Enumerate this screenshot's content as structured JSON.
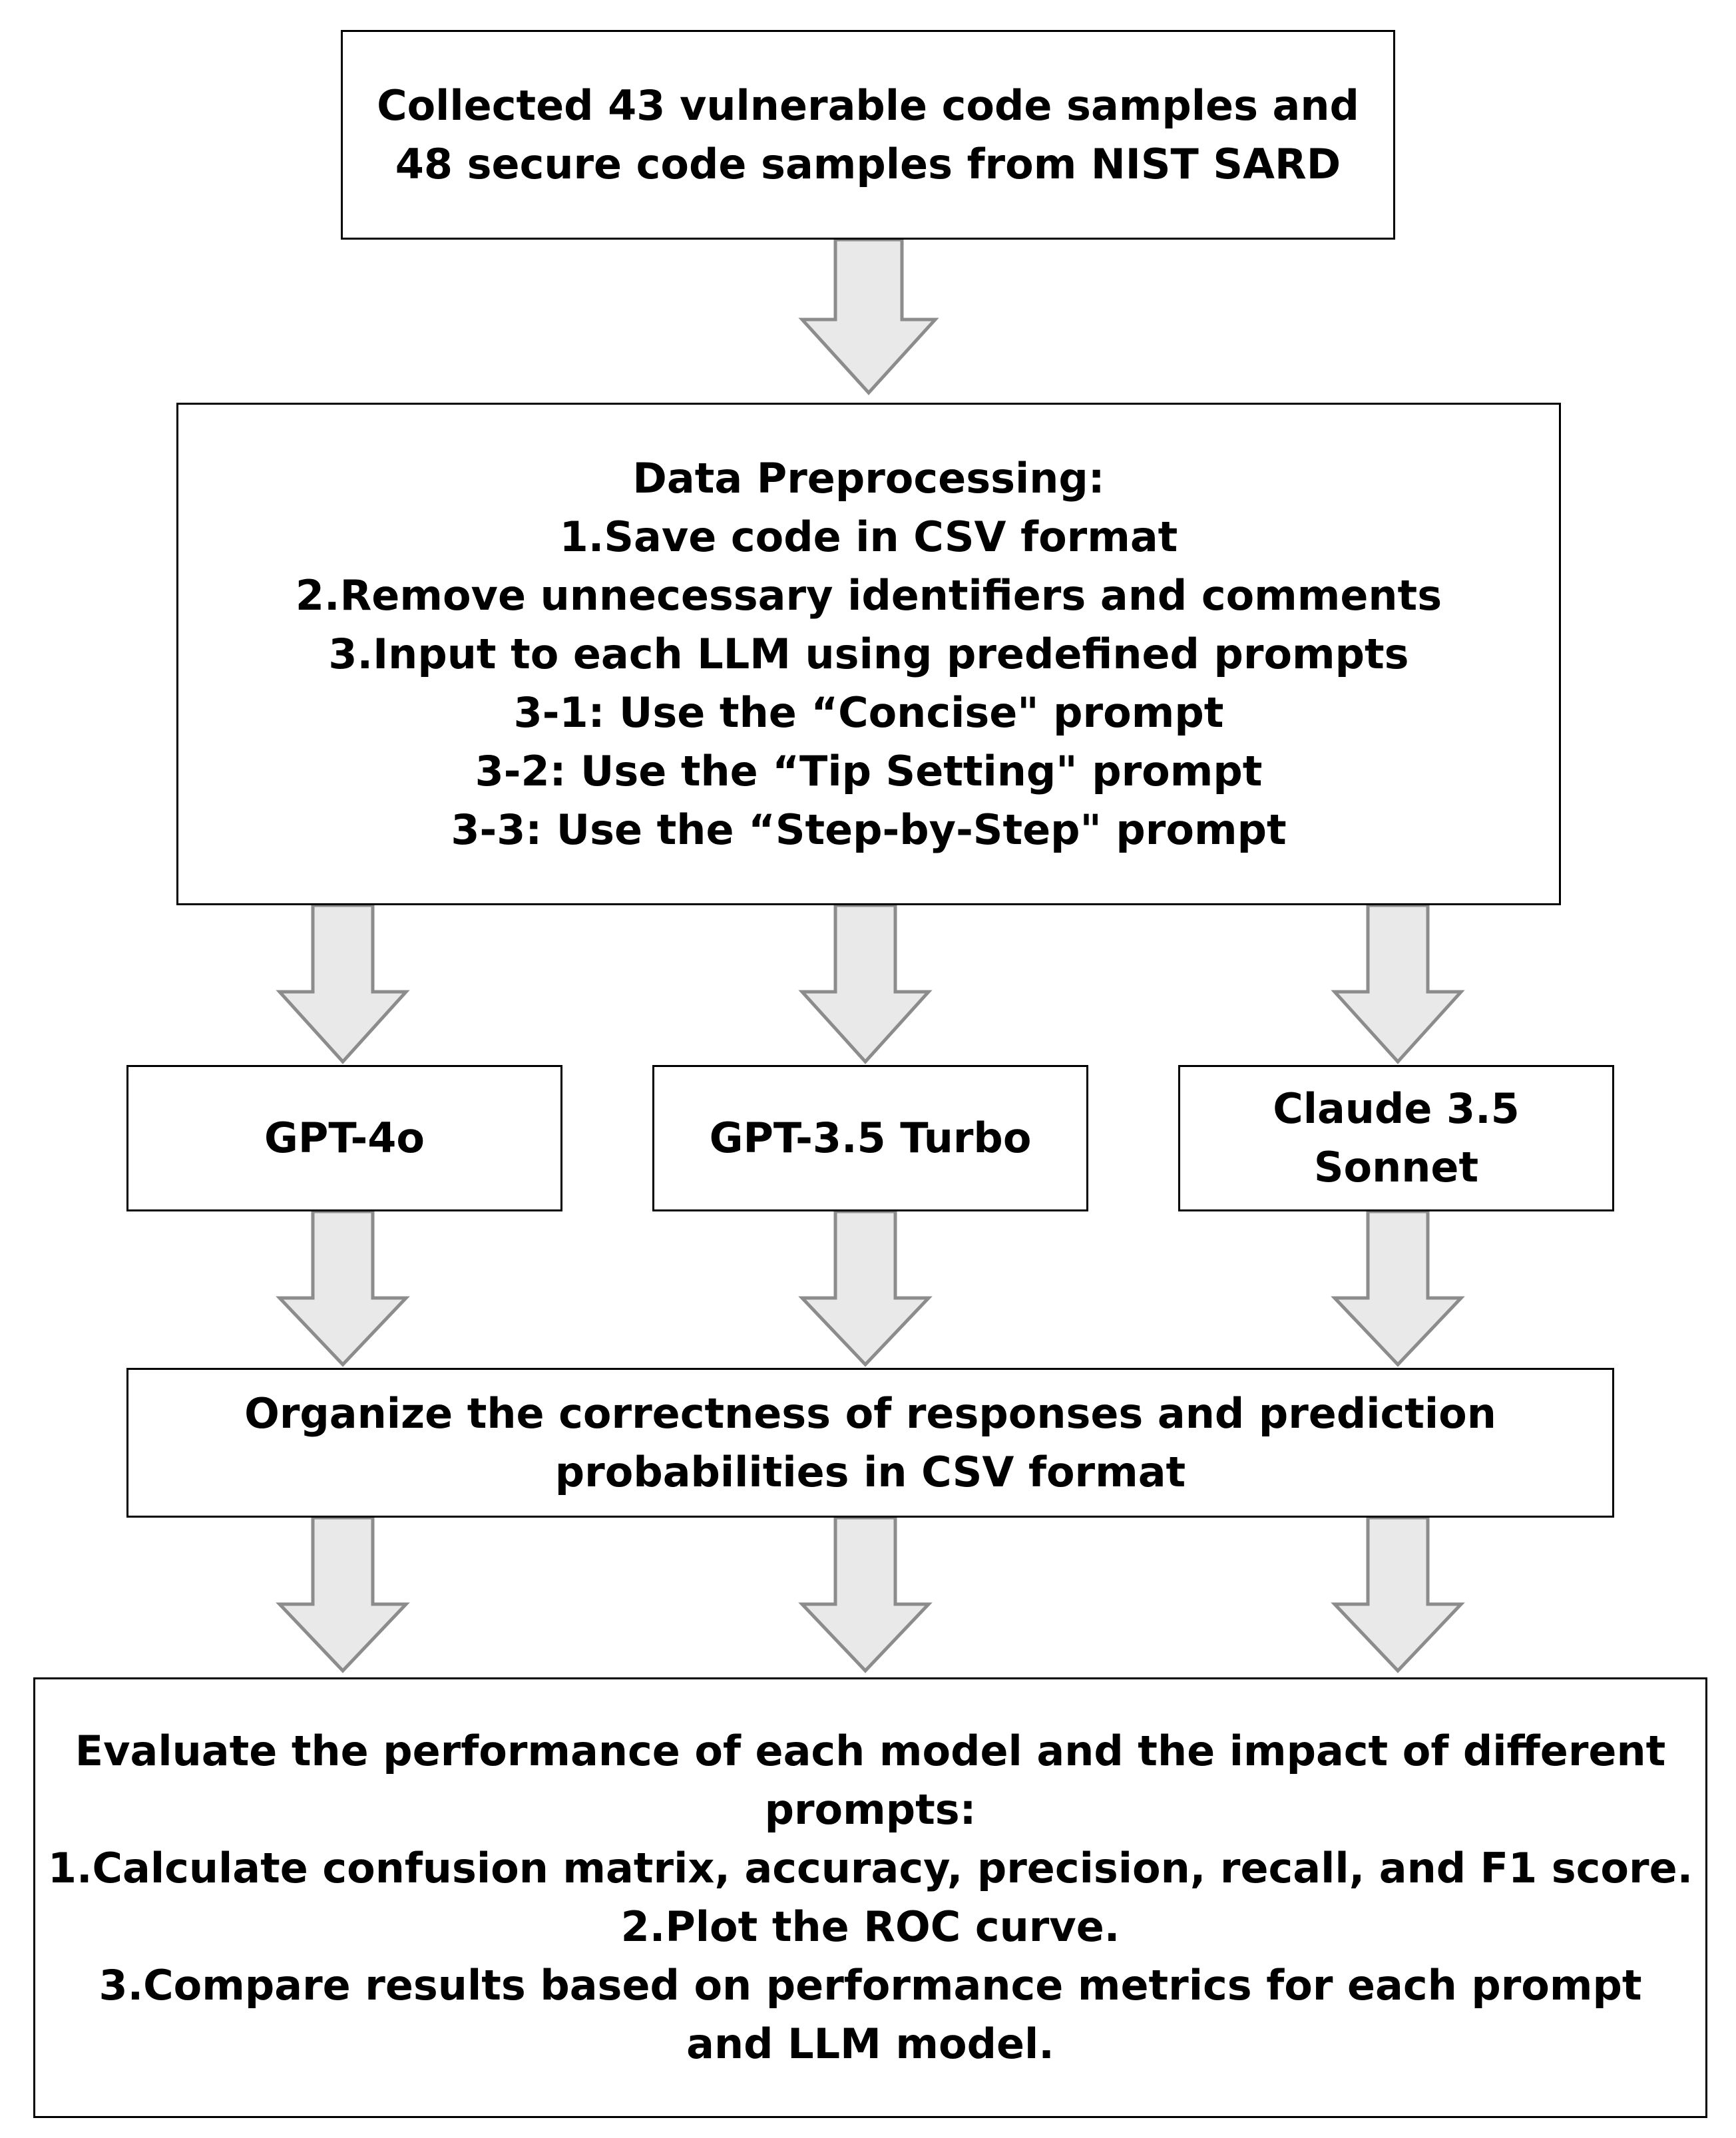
{
  "boxes": {
    "collect": {
      "lines": [
        "Collected 43 vulnerable code samples and",
        "48 secure code samples from NIST SARD"
      ]
    },
    "preprocess": {
      "lines": [
        "Data Preprocessing:",
        "1.Save code in CSV format",
        "2.Remove unnecessary identifiers and comments",
        "3.Input to each LLM using predefined prompts",
        "3-1: Use the “Concise\" prompt",
        "3-2: Use the “Tip Setting\" prompt",
        "3-3: Use the “Step-by-Step\" prompt"
      ]
    },
    "models": [
      {
        "lines": [
          "GPT-4o"
        ]
      },
      {
        "lines": [
          "GPT-3.5 Turbo"
        ]
      },
      {
        "lines": [
          "Claude 3.5",
          "Sonnet"
        ]
      }
    ],
    "organize": {
      "lines": [
        "Organize the correctness of responses and prediction",
        "probabilities in CSV format"
      ]
    },
    "evaluate": {
      "lines": [
        "Evaluate the performance of each model and the impact of different",
        "prompts:",
        "1.Calculate confusion matrix, accuracy, precision, recall, and F1 score.",
        "2.Plot the ROC curve.",
        "3.Compare results based on performance metrics for each prompt",
        "and LLM model."
      ]
    }
  },
  "colors": {
    "arrow_fill": "#e9e9e9",
    "arrow_stroke": "#8c8c8c",
    "border": "#000000"
  }
}
